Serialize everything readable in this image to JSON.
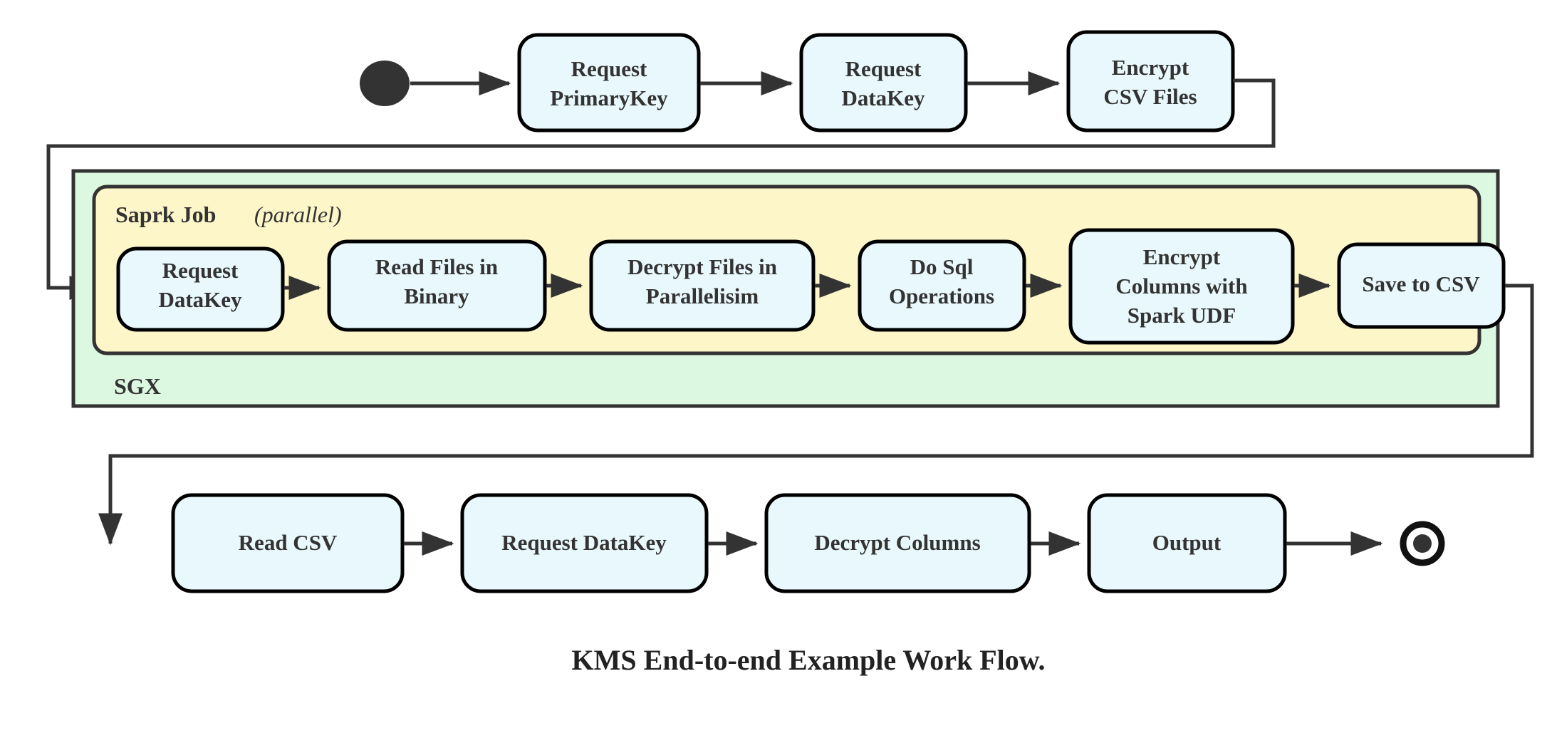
{
  "diagram": {
    "title": "KMS End-to-end Example Work Flow.",
    "colors": {
      "node_fill": "#e8f8fc",
      "node_stroke": "#000000",
      "sgx_fill": "#ddf8e0",
      "spark_fill": "#fdf6c9",
      "line": "#333333",
      "text": "#333333",
      "background": "#ffffff"
    },
    "containers": {
      "sgx": {
        "label": "SGX"
      },
      "spark": {
        "label": "Saprk Job",
        "qualifier": "(parallel)"
      }
    },
    "markers": {
      "start": "start-node",
      "end": "end-node"
    },
    "rows": {
      "top": {
        "nodes": [
          {
            "id": "request-primarykey",
            "line1": "Request",
            "line2": "PrimaryKey"
          },
          {
            "id": "request-datakey-top",
            "line1": "Request",
            "line2": "DataKey"
          },
          {
            "id": "encrypt-csv-files",
            "line1": "Encrypt",
            "line2": "CSV Files"
          }
        ]
      },
      "spark": {
        "nodes": [
          {
            "id": "request-datakey-spark",
            "line1": "Request",
            "line2": "DataKey",
            "line3": ""
          },
          {
            "id": "read-files-in-binary",
            "line1": "Read Files in",
            "line2": "Binary",
            "line3": ""
          },
          {
            "id": "decrypt-files-in-parallelisim",
            "line1": "Decrypt Files in",
            "line2": "Parallelisim",
            "line3": ""
          },
          {
            "id": "do-sql-operations",
            "line1": "Do Sql",
            "line2": "Operations",
            "line3": ""
          },
          {
            "id": "encrypt-columns-with-spark-udf",
            "line1": "Encrypt",
            "line2": "Columns with",
            "line3": "Spark UDF"
          },
          {
            "id": "save-to-csv",
            "line1": "Save to CSV",
            "line2": "",
            "line3": ""
          }
        ]
      },
      "bottom": {
        "nodes": [
          {
            "id": "read-csv",
            "line1": "Read CSV",
            "line2": ""
          },
          {
            "id": "request-datakey-bottom",
            "line1": "Request DataKey",
            "line2": ""
          },
          {
            "id": "decrypt-columns",
            "line1": "Decrypt Columns",
            "line2": ""
          },
          {
            "id": "output",
            "line1": "Output",
            "line2": ""
          }
        ]
      }
    }
  }
}
